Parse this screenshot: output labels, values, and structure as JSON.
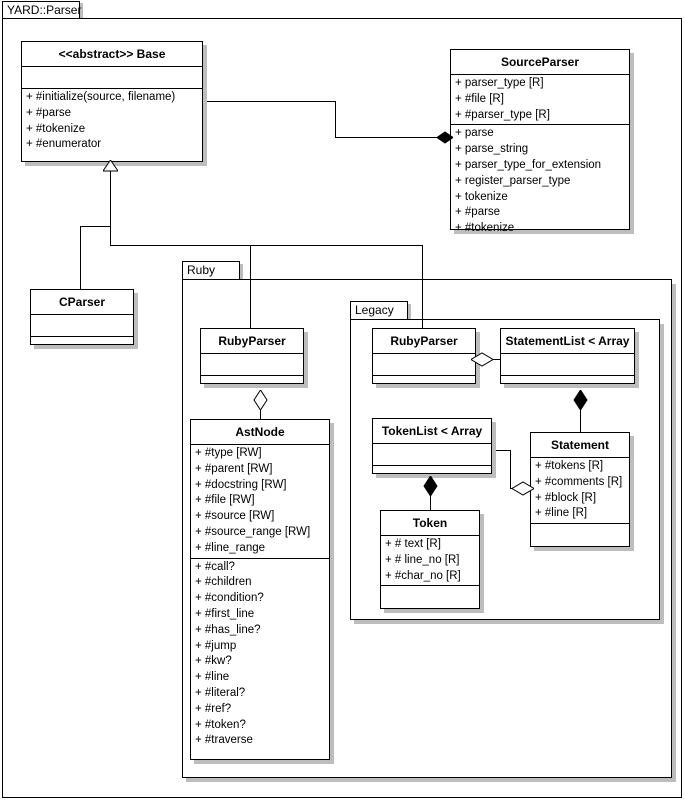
{
  "diagram": {
    "package_title": "YARD::Parser",
    "packages": [
      {
        "name": "ruby-package",
        "label": "Ruby"
      },
      {
        "name": "legacy-package",
        "label": "Legacy"
      }
    ],
    "classes": [
      {
        "key": "base",
        "title": "<<abstract>> Base",
        "attributes": [],
        "operations": [
          "+ #initialize(source, filename)",
          "+ #parse",
          "+ #tokenize",
          "+ #enumerator"
        ]
      },
      {
        "key": "source_parser",
        "title": "SourceParser",
        "attributes": [
          "+ parser_type [R]",
          "+ #file [R]",
          "+ #parser_type [R]"
        ],
        "operations": [
          "+ parse",
          "+ parse_string",
          "+ parser_type_for_extension",
          "+ register_parser_type",
          "+ tokenize",
          "+ #parse",
          "+ #tokenize"
        ]
      },
      {
        "key": "cparser",
        "title": "CParser",
        "attributes": [],
        "operations": []
      },
      {
        "key": "ruby_parser",
        "title": "RubyParser",
        "attributes": [],
        "operations": []
      },
      {
        "key": "legacy_ruby_parser",
        "title": "RubyParser",
        "attributes": [],
        "operations": []
      },
      {
        "key": "statement_list",
        "title": "StatementList < Array",
        "attributes": [],
        "operations": []
      },
      {
        "key": "ast_node",
        "title": "AstNode",
        "attributes": [
          "+ #type [RW]",
          "+ #parent [RW]",
          "+ #docstring [RW]",
          "+ #file [RW]",
          "+ #source [RW]",
          "+ #source_range [RW]",
          "+ #line_range"
        ],
        "operations": [
          "+ #call?",
          "+ #children",
          "+ #condition?",
          "+ #first_line",
          "+ #has_line?",
          "+ #jump",
          "+ #kw?",
          "+ #line",
          "+ #literal?",
          "+ #ref?",
          "+ #token?",
          "+ #traverse"
        ]
      },
      {
        "key": "token_list",
        "title": "TokenList < Array",
        "attributes": [],
        "operations": []
      },
      {
        "key": "statement",
        "title": "Statement",
        "attributes": [
          "+ #tokens [R]",
          "+ #comments [R]",
          "+ #block [R]",
          "+ #line [R]"
        ],
        "operations": []
      },
      {
        "key": "token",
        "title": "Token",
        "attributes": [
          "+ # text [R]",
          "+ # line_no [R]",
          "+ #char_no [R]"
        ],
        "operations": []
      }
    ],
    "relationships": [
      {
        "name": "base-composition-sourceparser",
        "type": "composition",
        "from": "base",
        "to": "source_parser"
      },
      {
        "name": "cparser-inherits-base",
        "type": "generalization",
        "from": "cparser",
        "to": "base"
      },
      {
        "name": "rubyparser-inherits-base",
        "type": "generalization",
        "from": "ruby_parser",
        "to": "base"
      },
      {
        "name": "legacy-rubyparser-inherits-base",
        "type": "generalization",
        "from": "legacy_ruby_parser",
        "to": "base"
      },
      {
        "name": "rubyparser-aggregates-astnode",
        "type": "aggregation",
        "from": "ruby_parser",
        "to": "ast_node"
      },
      {
        "name": "legacy-rubyparser-aggregates-statementlist",
        "type": "aggregation",
        "from": "legacy_ruby_parser",
        "to": "statement_list"
      },
      {
        "name": "statementlist-composes-statement",
        "type": "composition",
        "from": "statement_list",
        "to": "statement"
      },
      {
        "name": "tokenlist-composes-token",
        "type": "composition",
        "from": "token_list",
        "to": "token"
      },
      {
        "name": "statement-aggregates-tokenlist",
        "type": "aggregation",
        "from": "statement",
        "to": "token_list"
      }
    ],
    "colors": {
      "line": "#000000",
      "background": "#ffffff",
      "shadow": "#bdbdbd",
      "box_fill": "#ffffff"
    }
  }
}
